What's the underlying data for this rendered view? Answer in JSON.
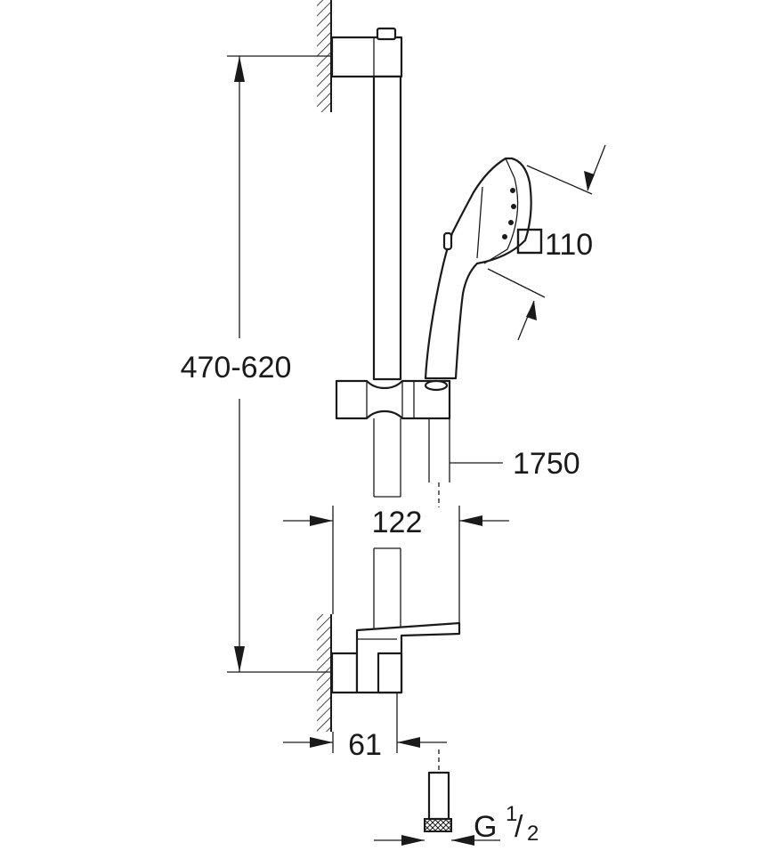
{
  "dimensions": {
    "height_range": "470-620",
    "hand_shower_size": "110",
    "hose_length": "1750",
    "rail_width": "122",
    "projection": "61",
    "thread": {
      "prefix": "G",
      "numerator": "1",
      "slash": "/",
      "denominator": "2"
    }
  }
}
